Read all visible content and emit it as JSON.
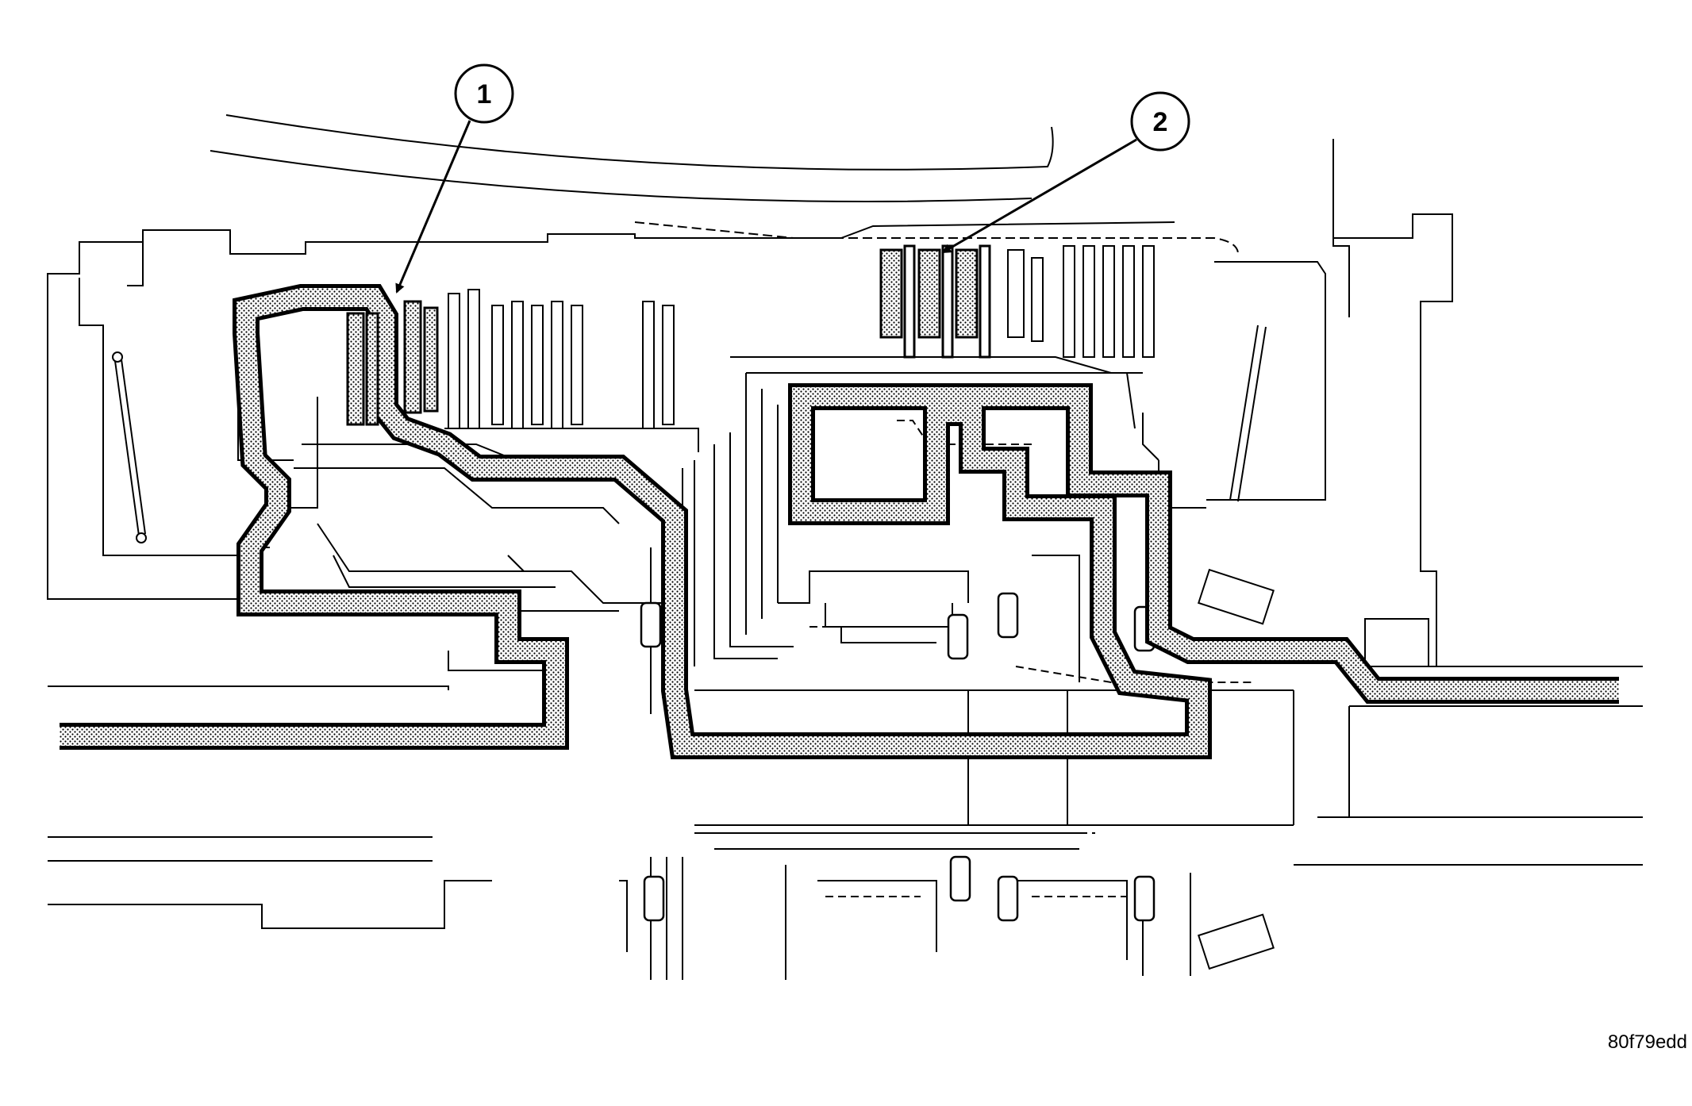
{
  "figure": {
    "callouts": [
      {
        "number": "1"
      },
      {
        "number": "2"
      }
    ],
    "figure_id": "80f79edd"
  },
  "colors": {
    "line": "#000000",
    "passage_fill": "#c8c8c8",
    "background": "#ffffff"
  }
}
